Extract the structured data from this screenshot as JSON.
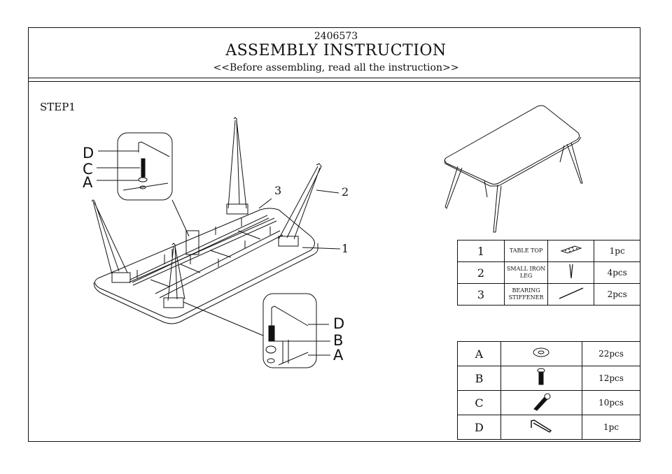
{
  "header": {
    "doc_number": "2406573",
    "title": "ASSEMBLY INSTRUCTION",
    "note": "<<Before assembling, read all the instruction>>"
  },
  "step": {
    "label": "STEP1"
  },
  "diagram": {
    "callouts_top": [
      "D",
      "C",
      "A"
    ],
    "callouts_bottom": [
      "D",
      "B",
      "A"
    ],
    "part_labels": [
      "3",
      "2",
      "1"
    ]
  },
  "parts": [
    {
      "number": "1",
      "name": "TABLE TOP",
      "icon": "table-top-icon",
      "qty": "1pc"
    },
    {
      "number": "2",
      "name": "SMALL IRON LEG",
      "icon": "iron-leg-icon",
      "qty": "4pcs"
    },
    {
      "number": "3",
      "name": "BEARING STIFFENER",
      "icon": "stiffener-icon",
      "qty": "2pcs"
    }
  ],
  "hardware": [
    {
      "letter": "A",
      "icon": "washer-icon",
      "qty": "22pcs"
    },
    {
      "letter": "B",
      "icon": "short-bolt-icon",
      "qty": "12pcs"
    },
    {
      "letter": "C",
      "icon": "long-bolt-icon",
      "qty": "10pcs"
    },
    {
      "letter": "D",
      "icon": "allen-key-icon",
      "qty": "1pc"
    }
  ]
}
